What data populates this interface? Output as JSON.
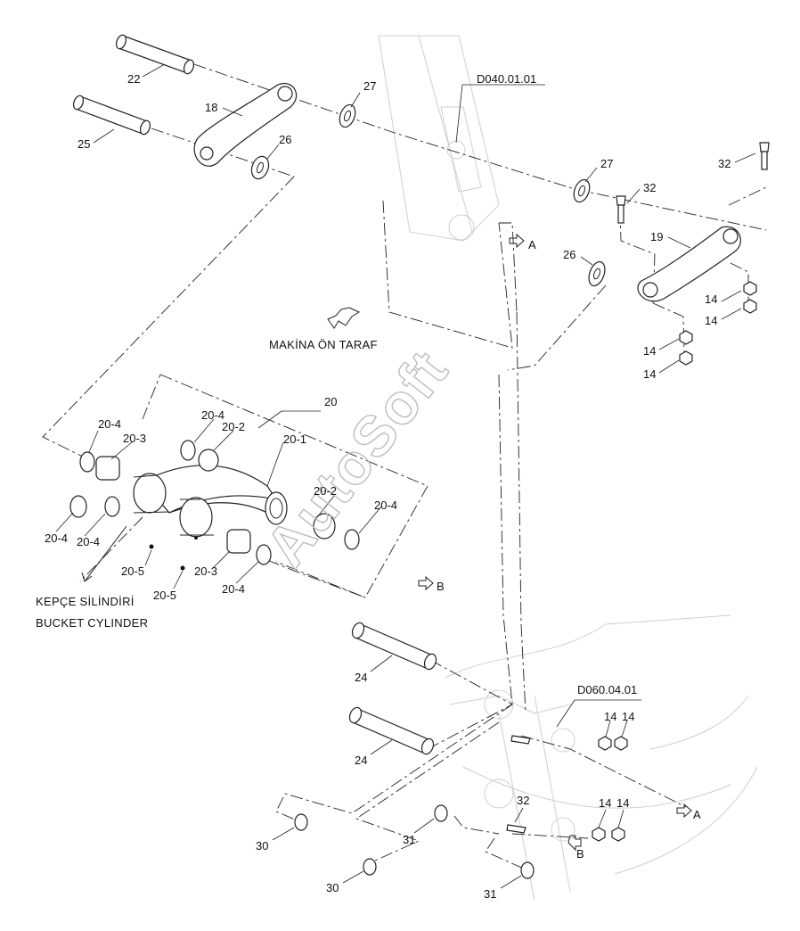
{
  "references": {
    "boom": "D040.01.01",
    "bucket": "D060.04.01"
  },
  "notes": {
    "front_side": "MAKİNA ÖN TARAF",
    "bucket_cylinder_tr": "KEPÇE SİLİNDİRİ",
    "bucket_cylinder_en": "BUCKET CYLINDER"
  },
  "arrow_labels": {
    "a_top": "A",
    "a_bottom": "A",
    "b_mid": "B",
    "b_bottom": "B"
  },
  "watermark": "AutoSoft",
  "parts": {
    "p22": "22",
    "p25": "25",
    "p18": "18",
    "p27_top": "27",
    "p26_top": "26",
    "p27_right": "27",
    "p32_top": "32",
    "p32_mid": "32",
    "p19": "19",
    "p26_right": "26",
    "p14_a": "14",
    "p14_b": "14",
    "p14_c": "14",
    "p14_d": "14",
    "p20": "20",
    "p20_4_a": "20-4",
    "p20_3_a": "20-3",
    "p20_4_b": "20-4",
    "p20_2_a": "20-2",
    "p20_1": "20-1",
    "p20_2_b": "20-2",
    "p20_4_c": "20-4",
    "p20_4_d": "20-4",
    "p20_4_e": "20-4",
    "p20_5_a": "20-5",
    "p20_3_b": "20-3",
    "p20_5_b": "20-5",
    "p20_4_f": "20-4",
    "p24_top": "24",
    "p24_bottom": "24",
    "p14_e": "14",
    "p14_f": "14",
    "p32_bottom": "32",
    "p14_g": "14",
    "p14_h": "14",
    "p30_top": "30",
    "p31_top": "31",
    "p30_bottom": "30",
    "p31_bottom": "31"
  }
}
